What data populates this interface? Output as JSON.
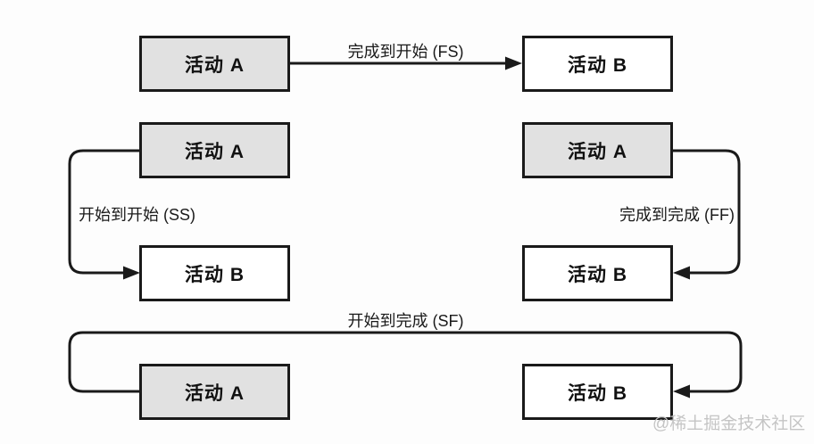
{
  "diagram": {
    "relationships": [
      {
        "type": "FS",
        "label": "完成到开始 (FS)",
        "from": "活动 A",
        "to": "活动 B"
      },
      {
        "type": "SS",
        "label": "开始到开始 (SS)",
        "from": "活动 A",
        "to": "活动 B"
      },
      {
        "type": "FF",
        "label": "完成到完成 (FF)",
        "from": "活动 A",
        "to": "活动 B"
      },
      {
        "type": "SF",
        "label": "开始到完成 (SF)",
        "from": "活动 A",
        "to": "活动 B"
      }
    ],
    "colors": {
      "activity_a_fill": "#e1e1e1",
      "activity_b_fill": "#ffffff",
      "line": "#1a1a1a",
      "text": "#111111",
      "watermark": "#c5c5c5",
      "background": "#fdfdfd"
    }
  },
  "watermark": {
    "text": "@稀土掘金技术社区"
  }
}
